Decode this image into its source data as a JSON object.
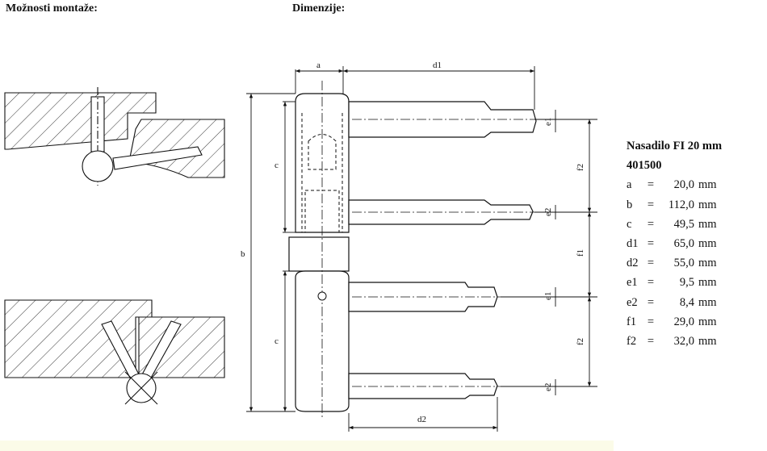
{
  "headings": {
    "mounting": "Možnosti montaže:",
    "dimensions": "Dimenzije:"
  },
  "product": {
    "title": "Nasadilo FI 20 mm",
    "code": "401500"
  },
  "specs": [
    {
      "key": "a",
      "value": "20,0",
      "unit": "mm"
    },
    {
      "key": "b",
      "value": "112,0",
      "unit": "mm"
    },
    {
      "key": "c",
      "value": "49,5",
      "unit": "mm"
    },
    {
      "key": "d1",
      "value": "65,0",
      "unit": "mm"
    },
    {
      "key": "d2",
      "value": "55,0",
      "unit": "mm"
    },
    {
      "key": "e1",
      "value": "9,5",
      "unit": "mm"
    },
    {
      "key": "e2",
      "value": "8,4",
      "unit": "mm"
    },
    {
      "key": "f1",
      "value": "29,0",
      "unit": "mm"
    },
    {
      "key": "f2",
      "value": "32,0",
      "unit": "mm"
    }
  ],
  "dim_labels": {
    "a": "a",
    "b": "b",
    "c": "c",
    "d1": "d1",
    "d2": "d2",
    "e1": "e1",
    "e2": "e2",
    "f1": "f1",
    "f2": "f2"
  },
  "colors": {
    "line": "#111111",
    "background": "#ffffff",
    "footer": "#fbfbe8"
  }
}
